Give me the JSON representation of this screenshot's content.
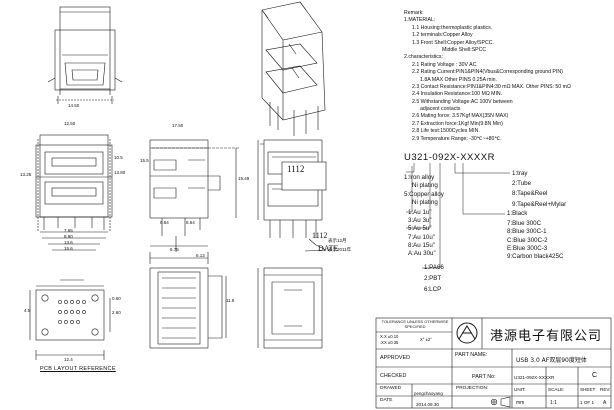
{
  "remarks": [
    "Remark:",
    "1.MATERIAL:",
    "1.1 Housing:thermoplastic plastics.",
    "1.2 terminals:Copper Alloy",
    "1.3 Front Shell:Copper Alloy/SPCC.",
    "Middle Shell:SPCC",
    "2.characteristics:",
    "2.1 Rating Voltage : 30V AC.",
    "2.2 Rating Current:PIN1&PIN4(Vbus&Corresponding ground PIN)",
    "1.8A MAX   Other PINS 0.25A min.",
    "2.3 Contact Resistance:PIN1&PIN4:30 mΩ MAX. Other PINS: 50 mΩ",
    "2.4 Insulation Resistance:100 MΩ MIN.",
    "2.5 Withstanding Voltage:AC 100V between",
    "adjacent contacts",
    "2.6 Mating force: 3.57Kgf MAX(35N MAX)",
    "2.7 Extraction force:1Kgf Min(9.8N Min)",
    "2.8 Life test:1500Cycles MIN.",
    "2.9 Temperature Range: -30℃~+80℃."
  ],
  "part_code": "U321-092X-XXXXR",
  "options": {
    "plating_iron": [
      "1:Iron alloy",
      "Ni plating"
    ],
    "plating_copper": [
      "5:Copper alloy",
      "Ni plating"
    ],
    "gold": [
      "1:Au 1u\"",
      "3:Au 3u\"",
      "5:Au 5u\"",
      "7:Au 10u\"",
      "8:Au 15u\"",
      "A:Au 30u\""
    ],
    "housing": [
      "1:PA66",
      "2:PBT",
      "6:LCP"
    ],
    "packing": [
      "1:tray",
      "2:Tube",
      "8:Tape&Reel",
      "9:Tape&Reel+Mylar"
    ],
    "color": [
      "1:Black",
      "7:Blue 300C",
      "8:Blue 300C-1",
      "C:Blue 300C-2",
      "E:Blue 300C-3",
      "9:Carbon black425C"
    ]
  },
  "marking": {
    "code": "1112",
    "date_label": "DATE",
    "note1": "表示12月",
    "note2": "表示2011年"
  },
  "layout_label": "PCB LAYOUT REFERENCE",
  "dims": [
    "14.50",
    "12.50",
    "17.50",
    "15.5",
    "9.64",
    "8.64",
    "13.25",
    "13.80",
    "10.5",
    "15.49",
    "7.65",
    "8.90",
    "13.6",
    "15.6",
    "6.75",
    "6.13",
    "11.8",
    "0.60",
    "2.60",
    "4.5",
    "12.4"
  ],
  "title_block": {
    "tolerance_header": "TOLERANCE UNLESS OTHERWISE SPECIFIED",
    "tol_rows": [
      "X.X ±0.10",
      ".XX ±0.35",
      "X° ±2°"
    ],
    "company": "港源电子有限公司",
    "part_name_label": "PART NAME:",
    "part_name": "USB 3.0 AF双层90度短体",
    "approved_label": "APPROVED",
    "checked_label": "CHECKED",
    "part_no_label": "PART No:",
    "part_no": "U321-092X-XXXXR",
    "revision": "C",
    "drawed_label": "DRAWED",
    "drawer": "pengchaoyang",
    "projection_label": "PROJECTION:",
    "date_label": "DATE",
    "date": "2014.09.30",
    "unit_label": "UNIT:",
    "scale_label": "SCALE:",
    "sheet_label": "SHEET",
    "rev_label": "REV:",
    "unit": "mm",
    "scale": "1:1",
    "sheet": "1 OF 1",
    "rev": "A"
  }
}
